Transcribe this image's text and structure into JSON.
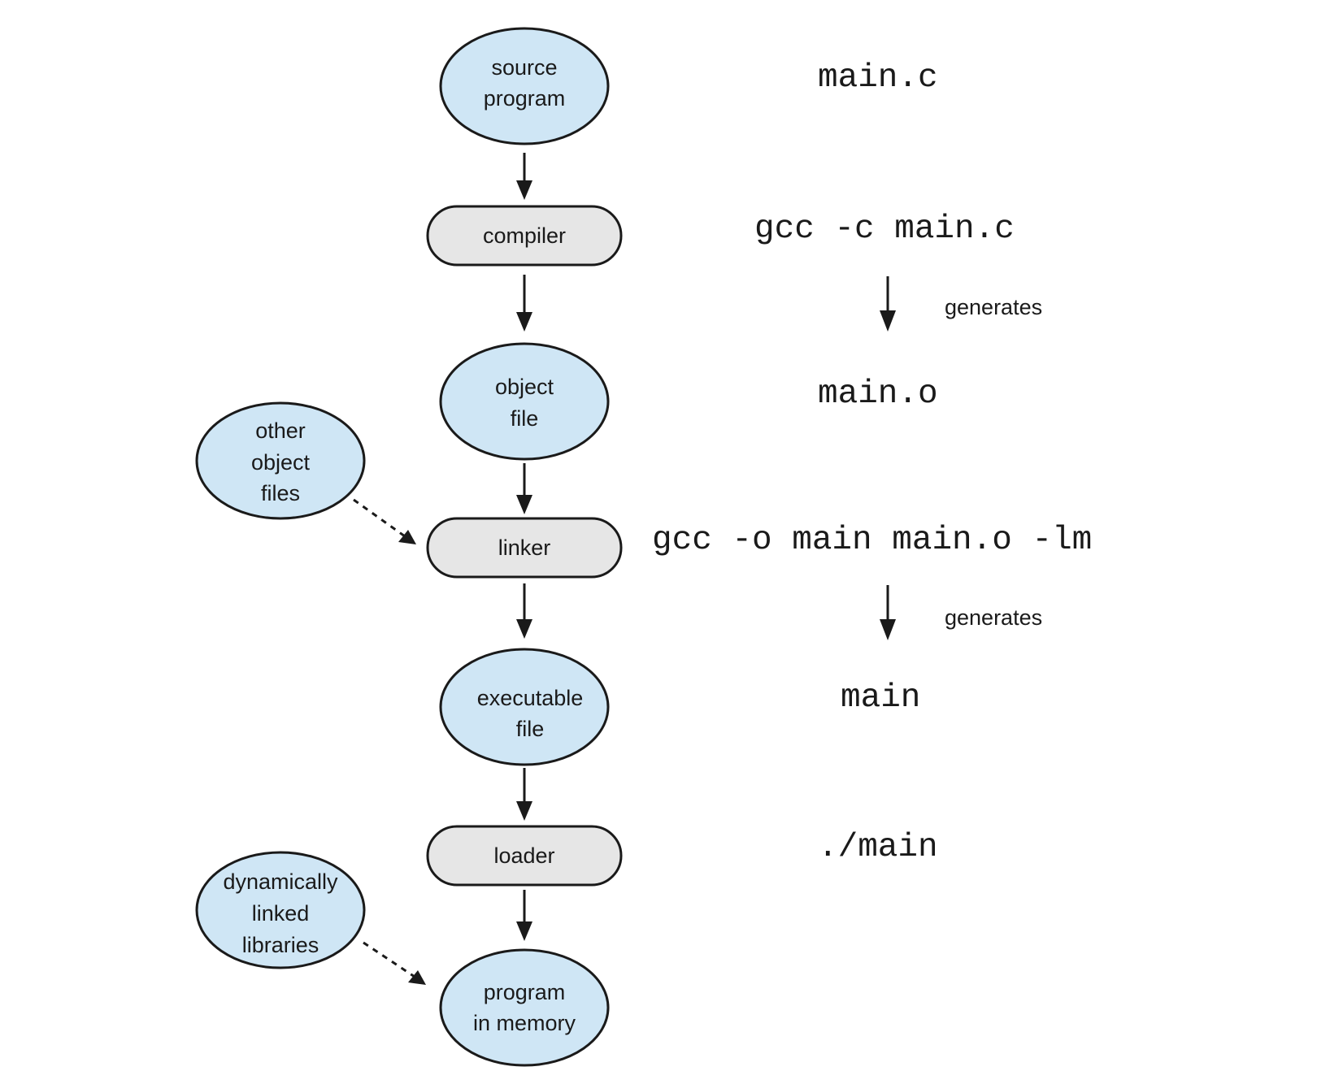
{
  "colors": {
    "file_fill": "#cfe6f5",
    "tool_fill": "#e6e6e6",
    "stroke": "#1a1a1a"
  },
  "nodes": {
    "source_program": [
      "source",
      "program"
    ],
    "compiler": "compiler",
    "object_file": [
      "object",
      "file"
    ],
    "other_object_files": [
      "other",
      "object",
      "files"
    ],
    "linker": "linker",
    "executable_file": [
      "executable",
      "file"
    ],
    "loader": "loader",
    "dynamically_linked_libraries": [
      "dynamically",
      "linked",
      "libraries"
    ],
    "program_in_memory": [
      "program",
      "in memory"
    ]
  },
  "commands": {
    "source_file": "main.c",
    "compile": "gcc -c main.c",
    "object_output": "main.o",
    "link": "gcc -o main main.o -lm",
    "executable_output": "main",
    "run": "./main"
  },
  "generates_label": "generates"
}
